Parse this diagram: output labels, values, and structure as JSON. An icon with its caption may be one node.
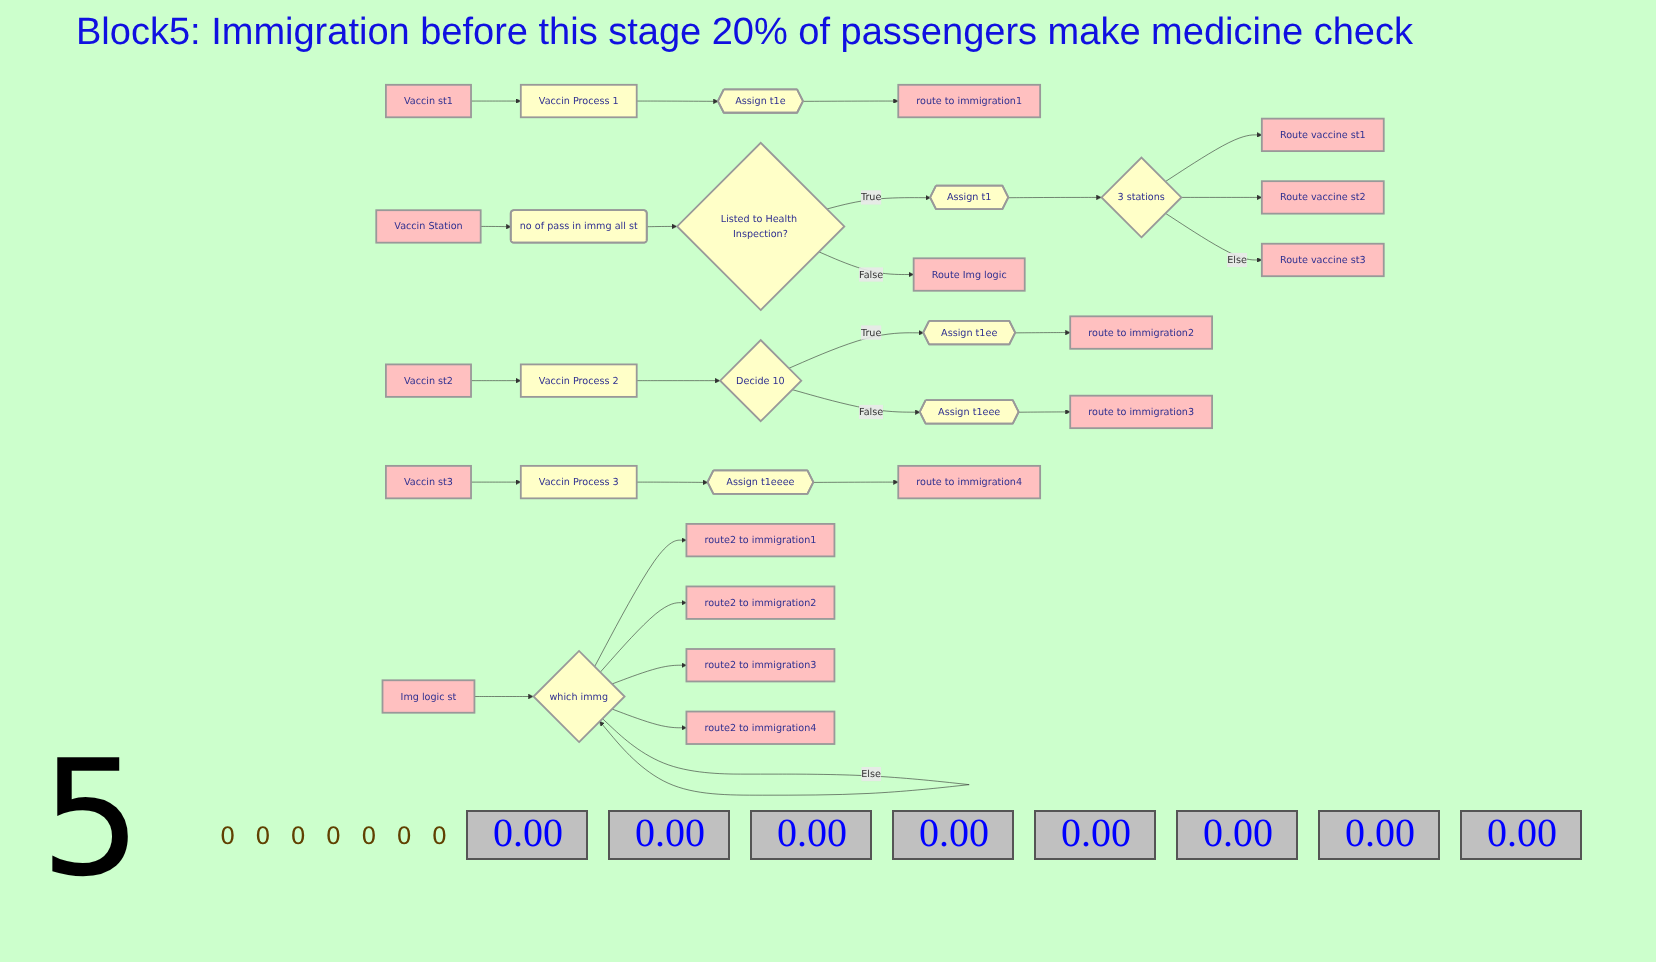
{
  "diagram": {
    "title": "Block5: Immigration before this stage 20% of passengers make medicine check",
    "nodes": [
      {
        "text": [
          "Vaccin Station"
        ]
      },
      {
        "text": [
          "no of pass in immg all st"
        ]
      },
      {
        "text": [
          "Listed to Health Inspection?"
        ]
      },
      {
        "text": [
          "Assign t1"
        ]
      },
      {
        "text": [
          "3 stations"
        ]
      },
      {
        "text": [
          "Route vaccine st1"
        ]
      },
      {
        "text": [
          "Vaccin st1"
        ]
      },
      {
        "text": [
          "Vaccin Process 1"
        ]
      },
      {
        "text": [
          "Assign t1e"
        ]
      },
      {
        "text": [
          "route to immigration1"
        ]
      },
      {
        "text": [
          "Route vaccine st2"
        ]
      },
      {
        "text": [
          "Vaccin st2"
        ]
      },
      {
        "text": [
          "Vaccin Process 2"
        ]
      },
      {
        "text": [
          "Decide 10"
        ]
      },
      {
        "text": [
          "Assign t1ee"
        ]
      },
      {
        "text": [
          "route to immigration2"
        ]
      },
      {
        "text": [
          "Assign t1eee"
        ]
      },
      {
        "text": [
          "route to immigration3"
        ]
      },
      {
        "text": [
          "Route vaccine st3"
        ]
      },
      {
        "text": [
          "Vaccin st3"
        ]
      },
      {
        "text": [
          "Vaccin Process 3"
        ]
      },
      {
        "text": [
          "Assign t1eeee"
        ]
      },
      {
        "text": [
          "route to immigration4"
        ]
      },
      {
        "text": [
          "Route Img logic"
        ]
      },
      {
        "text": [
          "Img logic st"
        ]
      },
      {
        "text": [
          "which immg"
        ]
      },
      {
        "text": [
          "route2 to immigration1"
        ]
      },
      {
        "text": [
          "route2 to immigration2"
        ]
      },
      {
        "text": [
          "route2 to immigration3"
        ]
      },
      {
        "text": [
          "route2 to immigration4"
        ]
      }
    ],
    "edges": [
      {
        "from": 0,
        "to": 1,
        "arrow": "to"
      },
      {
        "from": 1,
        "to": 2,
        "arrow": "to"
      },
      {
        "from": 2,
        "to": 3,
        "label": "True",
        "arrow": "to"
      },
      {
        "from": 3,
        "to": 4,
        "arrow": "to"
      },
      {
        "from": 4,
        "to": 5,
        "arrow": "to"
      },
      {
        "from": 4,
        "to": 10,
        "arrow": "to"
      },
      {
        "from": 4,
        "to": 18,
        "label": "Else",
        "arrow": "to"
      },
      {
        "from": 6,
        "to": 7,
        "arrow": "to"
      },
      {
        "from": 7,
        "to": 8,
        "arrow": "to"
      },
      {
        "from": 8,
        "to": 9,
        "arrow": "to"
      },
      {
        "from": 11,
        "to": 12,
        "arrow": "to"
      },
      {
        "from": 12,
        "to": 13,
        "arrow": "to"
      },
      {
        "from": 13,
        "to": 14,
        "label": "True",
        "arrow": "to"
      },
      {
        "from": 14,
        "to": 15,
        "arrow": "to"
      },
      {
        "from": 13,
        "to": 16,
        "label": "False",
        "arrow": "to"
      },
      {
        "from": 16,
        "to": 17,
        "arrow": "to"
      },
      {
        "from": 19,
        "to": 20,
        "arrow": "to"
      },
      {
        "from": 20,
        "to": 21,
        "arrow": "to"
      },
      {
        "from": 21,
        "to": 22,
        "arrow": "to"
      },
      {
        "from": 2,
        "to": 23,
        "label": "False",
        "arrow": "to"
      },
      {
        "from": 24,
        "to": 25,
        "arrow": "to"
      },
      {
        "from": 25,
        "to": 26,
        "arrow": "to"
      },
      {
        "from": 25,
        "to": 27,
        "arrow": "to"
      },
      {
        "from": 25,
        "to": 28,
        "arrow": "to"
      },
      {
        "from": 25,
        "to": 29,
        "arrow": "to"
      },
      {
        "from": 25,
        "to": 25,
        "label": "Else",
        "arrow": "to"
      }
    ],
    "labels": [
      "0",
      "0",
      "0",
      "0",
      "0",
      "0",
      "0",
      "0.00",
      "0.00",
      "0.00",
      "0.00",
      "0.00",
      "0.00",
      "0.00",
      "0.00",
      "5"
    ]
  }
}
